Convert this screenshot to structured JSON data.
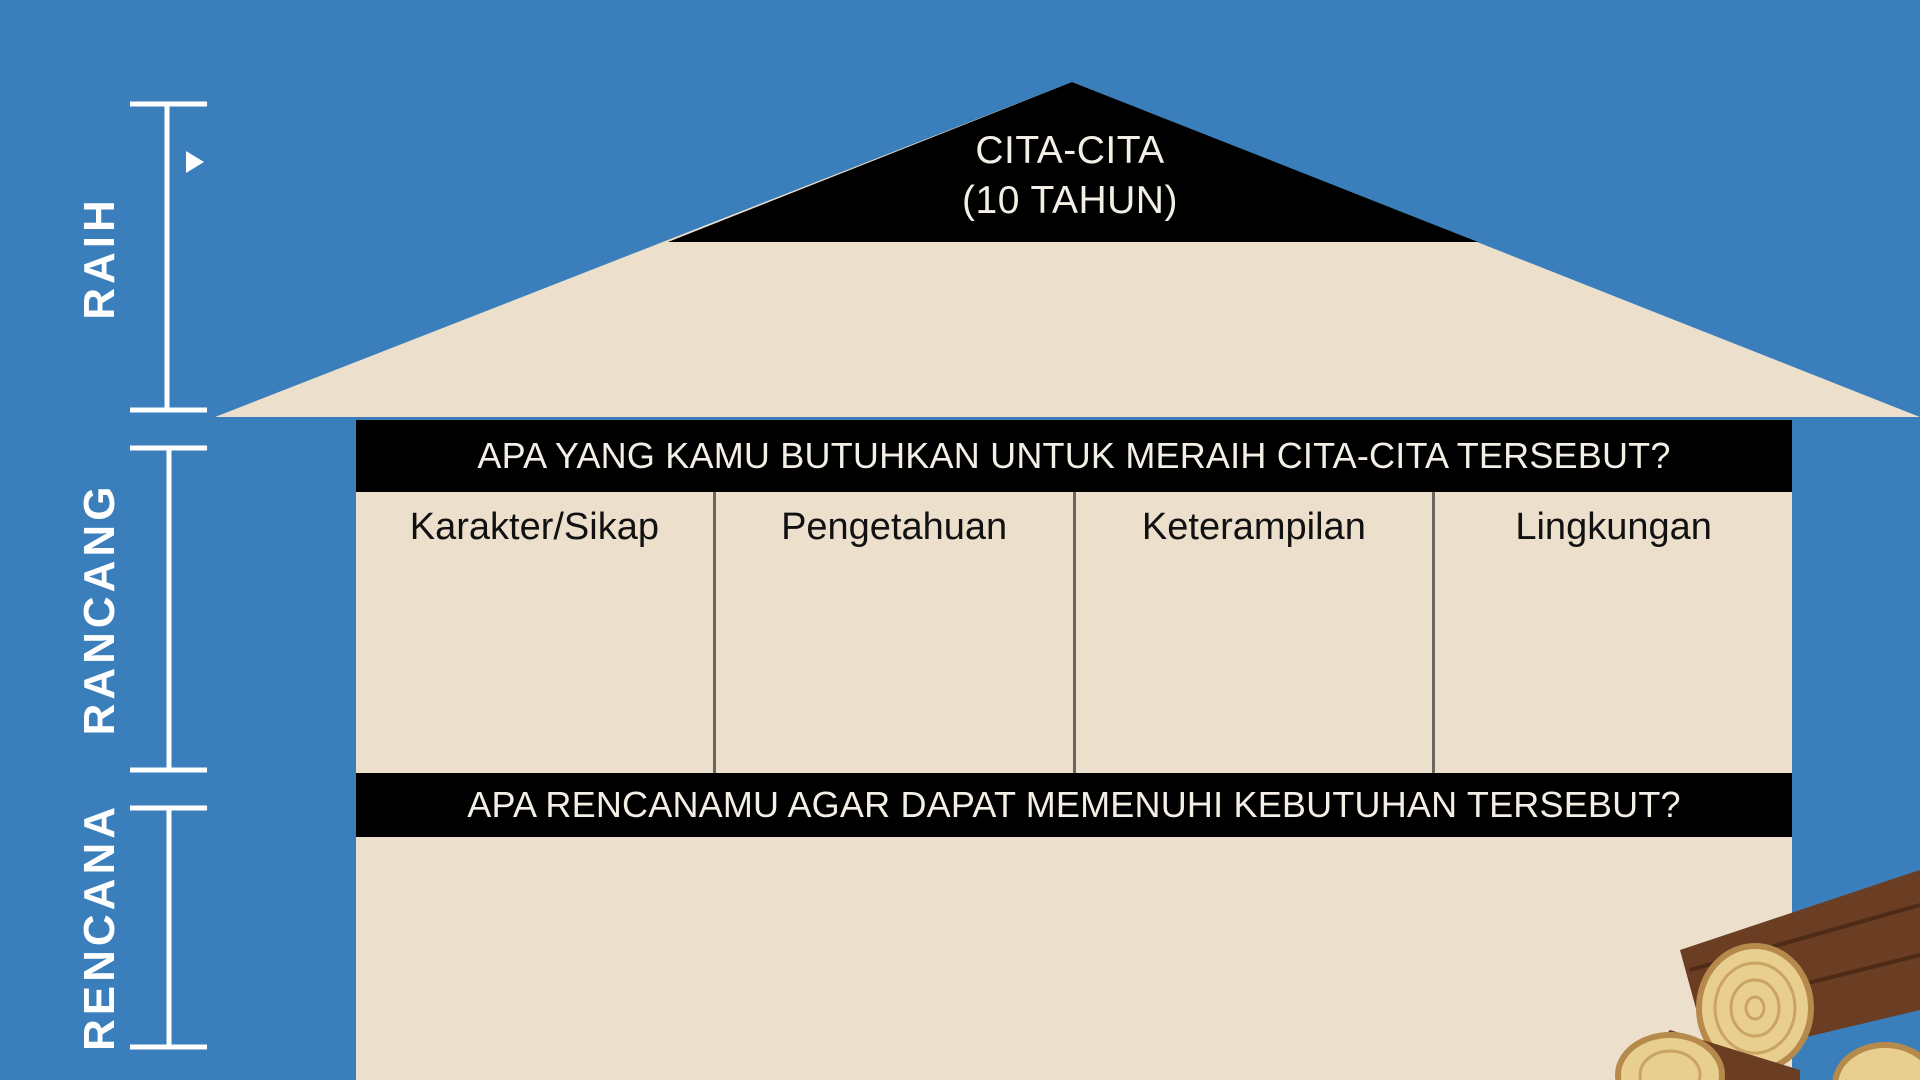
{
  "roof": {
    "title_line1": "CITA-CITA",
    "title_line2": "(10 TAHUN)"
  },
  "house": {
    "question_needs": "APA YANG KAMU BUTUHKAN UNTUK MERAIH CITA-CITA TERSEBUT?",
    "columns": [
      "Karakter/Sikap",
      "Pengetahuan",
      "Keterampilan",
      "Lingkungan"
    ],
    "question_plan": "APA RENCANAMU AGAR DAPAT MEMENUHI KEBUTUHAN TERSEBUT?"
  },
  "side_labels": {
    "raih": "RAIH",
    "rancang": "RANCANG",
    "rencana": "RENCANA"
  },
  "colors": {
    "background": "#3a7fbc",
    "house": "#ece0cd",
    "bar": "#000000",
    "text_light": "#f4efe6"
  },
  "icons": {
    "decoration": "wood-logs-icon",
    "marker": "play-triangle-icon"
  }
}
